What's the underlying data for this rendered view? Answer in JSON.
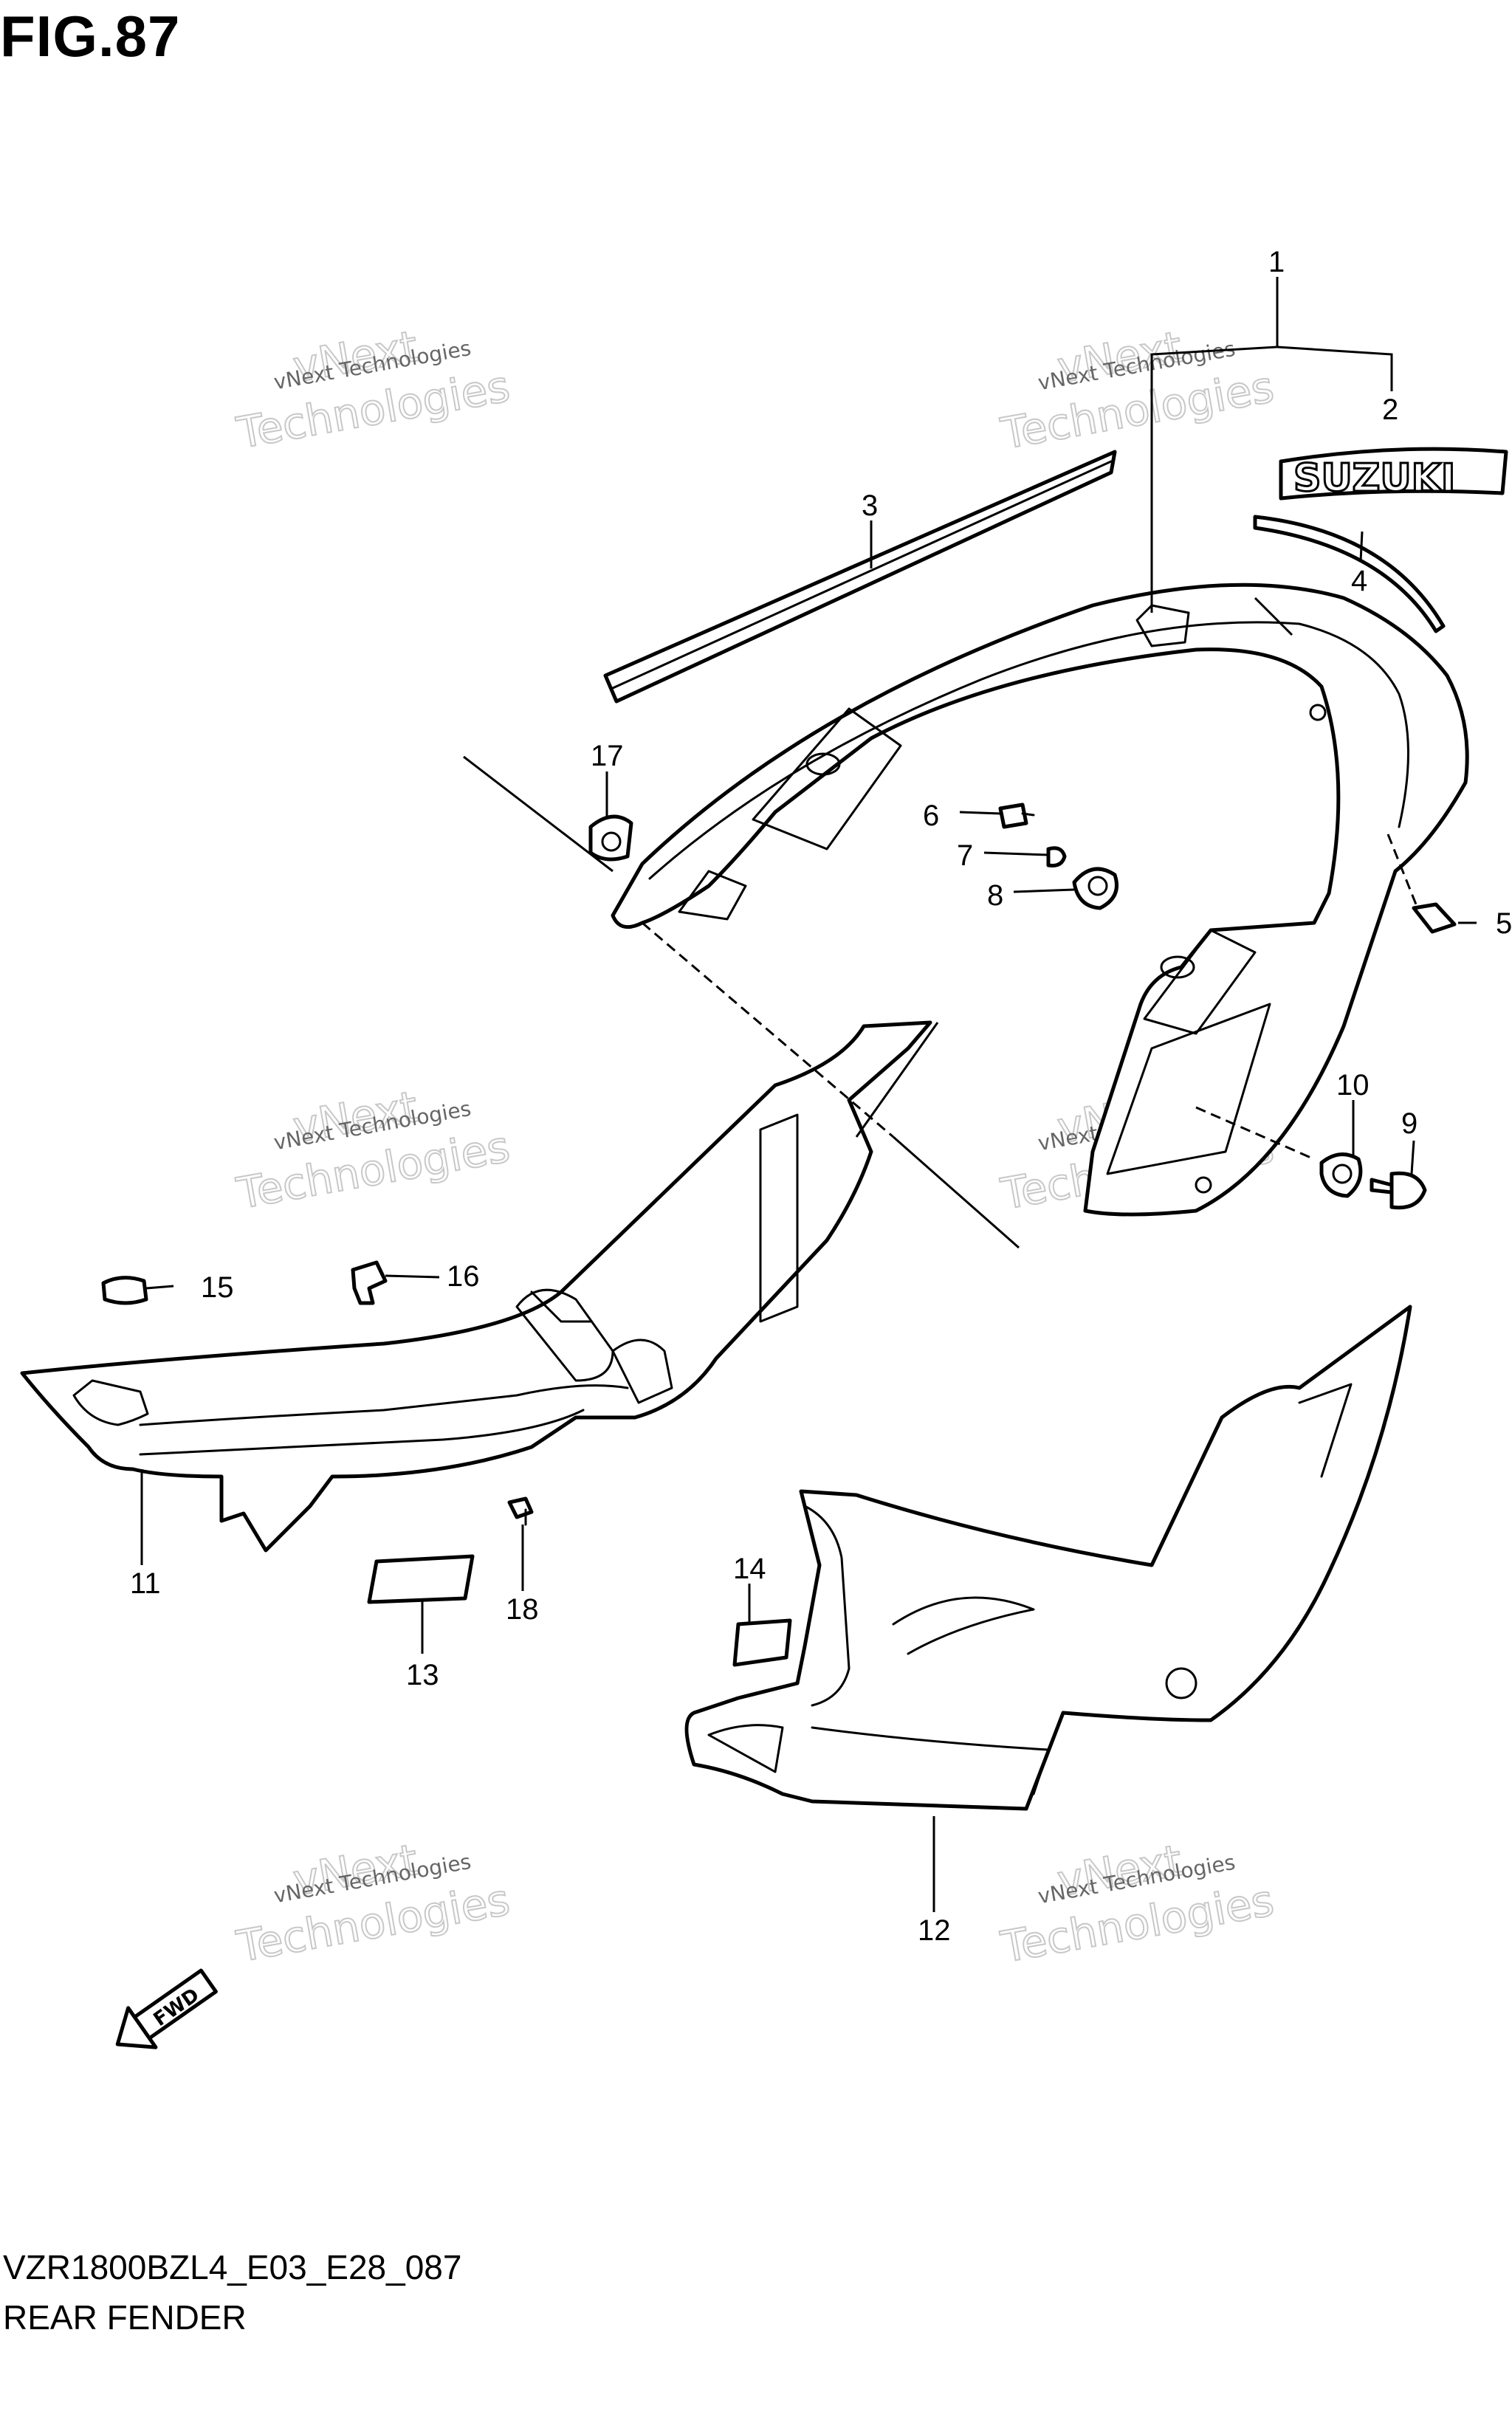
{
  "figure": {
    "title": "FIG.87",
    "model_code": "VZR1800BZL4_E03_E28_087",
    "name": "REAR FENDER"
  },
  "watermark": {
    "small_text": "vNext Technologies",
    "big_line1": "vNext",
    "big_line2": "Technologies"
  },
  "callouts": [
    "1",
    "2",
    "3",
    "4",
    "5",
    "6",
    "7",
    "8",
    "9",
    "10",
    "11",
    "12",
    "13",
    "14",
    "15",
    "16",
    "17",
    "18"
  ],
  "emblem": {
    "text": "SUZUKI"
  },
  "fwd_arrow": {
    "text": "FWD"
  }
}
